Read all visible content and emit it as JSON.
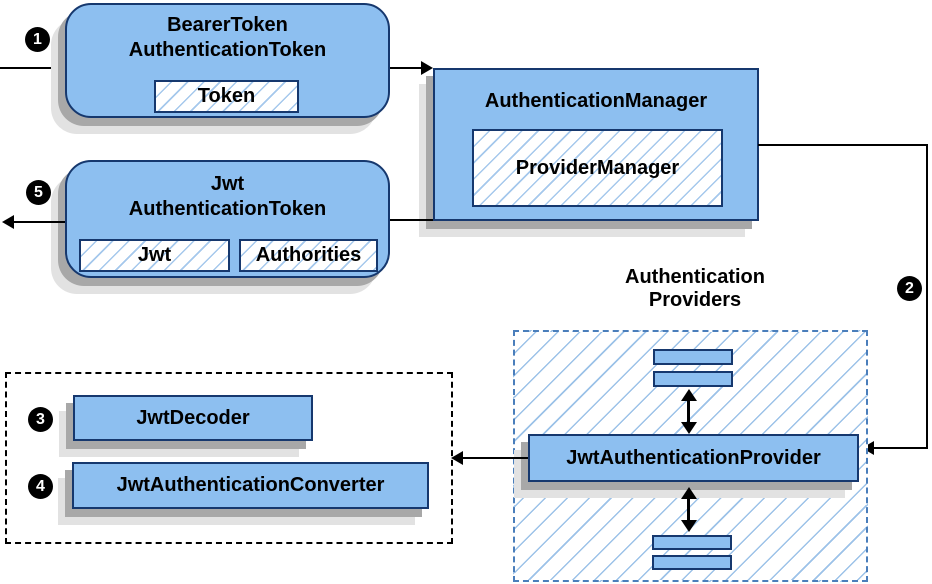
{
  "colors": {
    "node_fill": "#8dbff0",
    "node_border": "#16386e",
    "hatch_line": "#a5c8ec",
    "provider_group_border": "#4a7ebb",
    "resolver_group_border": "#000000",
    "shadow_dark": "#a8a8a8",
    "shadow_light": "#e2e2e2",
    "badge_bg": "#000000",
    "badge_text": "#ffffff",
    "arrow_color": "#000000"
  },
  "badges": {
    "step1": "1",
    "step2": "2",
    "step3": "3",
    "step4": "4",
    "step5": "5"
  },
  "bearer_token_node": {
    "title_line1": "BearerToken",
    "title_line2": "AuthenticationToken",
    "token_field": "Token"
  },
  "authentication_manager_node": {
    "title": "AuthenticationManager",
    "provider_manager_field": "ProviderManager"
  },
  "jwt_authentication_token_node": {
    "title_line1": "Jwt",
    "title_line2": "AuthenticationToken",
    "jwt_field": "Jwt",
    "authorities_field": "Authorities"
  },
  "authentication_providers_group": {
    "label_line1": "Authentication",
    "label_line2": "Providers",
    "jwt_authentication_provider": "JwtAuthenticationProvider"
  },
  "resolver_group": {
    "jwt_decoder": "JwtDecoder",
    "jwt_authentication_converter": "JwtAuthenticationConverter"
  }
}
